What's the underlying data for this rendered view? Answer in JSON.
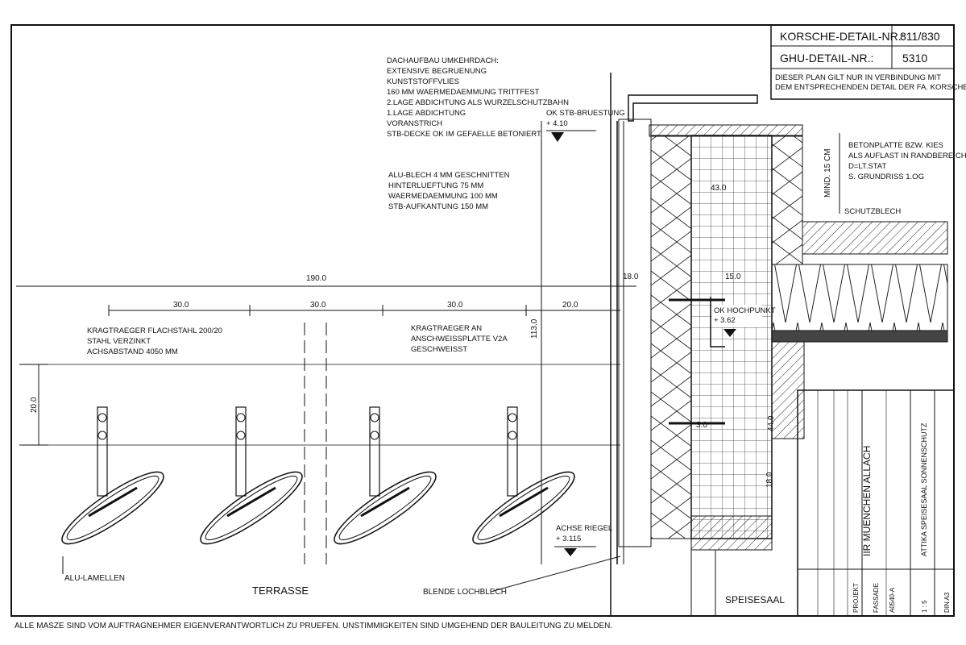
{
  "title_block": {
    "korsche_label": "KORSCHE-DETAIL-NR.:",
    "korsche_value": "811/830",
    "ghu_label": "GHU-DETAIL-NR.:",
    "ghu_value": "5310",
    "note_line1": "DIESER PLAN GILT NUR IN VERBINDUNG MIT",
    "note_line2": "DEM ENTSPRECHENDEN DETAIL DER FA. KORSCHE."
  },
  "roof_spec": [
    "DACHAUFBAU UMKEHRDACH:",
    "EXTENSIVE BEGRUENUNG",
    "KUNSTSTOFFVLIES",
    "160 MM WAERMEDAEMMUNG TRITTFEST",
    "2.LAGE ABDICHTUNG ALS WURZELSCHUTZBAHN",
    "1.LAGE ABDICHTUNG",
    "VORANSTRICH",
    "STB-DECKE OK IM GEFAELLE BETONIERT"
  ],
  "attic_spec": [
    "ALU-BLECH 4 MM GESCHNITTEN",
    "HINTERLUEFTUNG 75 MM",
    "WAERMEDAEMMUNG 100 MM",
    "STB-AUFKANTUNG 150 MM"
  ],
  "levels": {
    "parapet_label": "OK STB-BRUESTUNG",
    "parapet_value": "+ 4.10",
    "highpoint_label": "OK HOCHPUNKT",
    "highpoint_value": "+ 3.62",
    "beam_label": "ACHSE RIEGEL",
    "beam_value": "+ 3.115"
  },
  "gravel_note": [
    "BETONPLATTE BZW. KIES",
    "ALS AUFLAST IN RANDBEREICH",
    "D=LT.STAT",
    "S. GRUNDRISS 1.OG"
  ],
  "schutzblech": "SCHUTZBLECH",
  "min_depth": "MIND. 15 CM",
  "dimensions": {
    "overall": "190.0",
    "d1": "30.0",
    "d2": "30.0",
    "d3": "30.0",
    "d4": "20.0",
    "height_113": "113.0",
    "height_20": "20.0",
    "d_18": "18.0",
    "d_15": "15.0",
    "d_43": "43.0",
    "d_44": "44.0",
    "d_18b": "18.0",
    "d_3": "3.0"
  },
  "bracket_note": [
    "KRAGTRAEGER FLACHSTAHL 200/20",
    "STAHL VERZINKT",
    "ACHSABSTAND 4050 MM"
  ],
  "weld_note": [
    "KRAGTRAEGER AN",
    "ANSCHWEISSPLATTE V2A",
    "GESCHWEISST"
  ],
  "labels": {
    "alu_lamellen": "ALU-LAMELLEN",
    "terrasse": "TERRASSE",
    "blende": "BLENDE LOCHBLECH",
    "speisesaal": "SPEISESAAL"
  },
  "footer_note": "ALLE MASZE SIND VOM AUFTRAGNEHMER EIGENVERANTWORTLICH ZU PRUEFEN. UNSTIMMIGKEITEN SIND UMGEHEND DER BAULEITUNG ZU MELDEN.",
  "stamp": {
    "project": "IIR MUENCHEN ALLACH",
    "plan_name": "ATTIKA SPEISESAAL SONNENSCHUTZ",
    "fassade": "FASSADE",
    "plan_nr": "A0540-A",
    "scale": "1 : 5",
    "format": "DIN A3",
    "projekt": "PROJEKT"
  }
}
